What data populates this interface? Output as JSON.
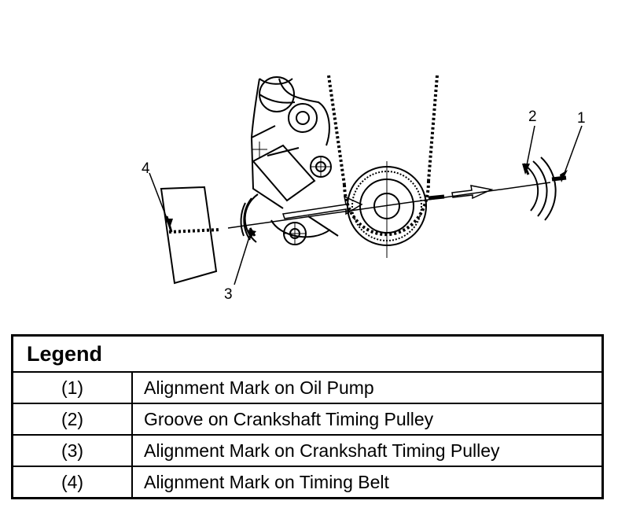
{
  "diagram": {
    "callouts": [
      "1",
      "2",
      "3",
      "4"
    ]
  },
  "legend": {
    "title": "Legend",
    "rows": [
      {
        "num": "(1)",
        "text": "Alignment Mark on Oil Pump"
      },
      {
        "num": "(2)",
        "text": "Groove on Crankshaft Timing Pulley"
      },
      {
        "num": "(3)",
        "text": "Alignment Mark on Crankshaft Timing Pulley"
      },
      {
        "num": "(4)",
        "text": "Alignment Mark on Timing Belt"
      }
    ]
  }
}
